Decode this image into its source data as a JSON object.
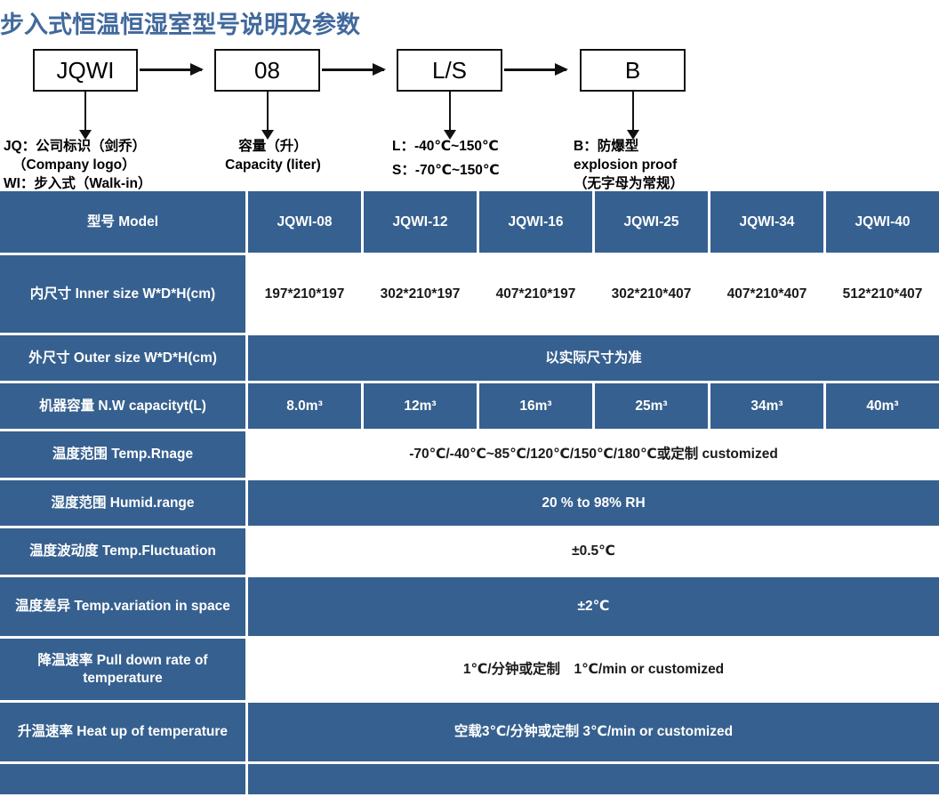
{
  "page_title": "步入式恒温恒湿室型号说明及参数",
  "accent_blue": "#36608f",
  "title_color": "#41699c",
  "diagram": {
    "boxes": [
      {
        "name": "prefix",
        "label": "JQWI"
      },
      {
        "name": "capacity",
        "label": "08"
      },
      {
        "name": "temp-range-code",
        "label": "L/S"
      },
      {
        "name": "explosion-proof-code",
        "label": "B"
      }
    ],
    "legends": [
      {
        "name": "legend-prefix",
        "lines": [
          "JQ：公司标识（剑乔）",
          "（Company logo）",
          "WI：步入式（Walk-in）"
        ]
      },
      {
        "name": "legend-capacity",
        "lines": [
          "容量（升）",
          "Capacity (liter)"
        ]
      },
      {
        "name": "legend-temp-range",
        "lines": [
          "L：-40℃~150℃",
          "",
          "S：-70℃~150℃"
        ]
      },
      {
        "name": "legend-explosion-proof",
        "lines": [
          "B：防爆型",
          "explosion proof",
          "（无字母为常规）"
        ]
      }
    ]
  },
  "table": {
    "columns": [
      "JQWI-08",
      "JQWI-12",
      "JQWI-16",
      "JQWI-25",
      "JQWI-34",
      "JQWI-40"
    ],
    "header_label": "型号 Model",
    "rows": [
      {
        "name": "row-inner-size",
        "label": "内尺寸 Inner size W*D*H(cm)",
        "style": "white",
        "span": false,
        "values": [
          "197*210*197",
          "302*210*197",
          "407*210*197",
          "302*210*407",
          "407*210*407",
          "512*210*407"
        ]
      },
      {
        "name": "row-outer-size",
        "label": "外尺寸 Outer size W*D*H(cm)",
        "style": "blue",
        "span": true,
        "value": "以实际尺寸为准"
      },
      {
        "name": "row-nw-capacity",
        "label": "机器容量 N.W capacityt(L)",
        "style": "blue",
        "span": false,
        "values": [
          "8.0m³",
          "12m³",
          "16m³",
          "25m³",
          "34m³",
          "40m³"
        ]
      },
      {
        "name": "row-temp-range",
        "label": "温度范围 Temp.Rnage",
        "style": "white",
        "span": true,
        "value": "-70℃/-40℃~85℃/120℃/150℃/180℃或定制 customized"
      },
      {
        "name": "row-humid-range",
        "label": "湿度范围 Humid.range",
        "style": "blue",
        "span": true,
        "value": "20 % to 98% RH"
      },
      {
        "name": "row-temp-fluctuation",
        "label": "温度波动度 Temp.Fluctuation",
        "style": "white",
        "span": true,
        "value": "±0.5℃"
      },
      {
        "name": "row-temp-variation",
        "label": "温度差异 Temp.variation in space",
        "style": "blue",
        "span": true,
        "value": "±2℃"
      },
      {
        "name": "row-pull-down-rate",
        "label": "降温速率 Pull down rate of temperature",
        "style": "white",
        "span": true,
        "value": "1℃/分钟或定制　1℃/min or customized"
      },
      {
        "name": "row-heat-up-rate",
        "label": "升温速率 Heat up of temperature",
        "style": "blue",
        "span": true,
        "value": "空载3℃/分钟或定制 3℃/min or customized"
      },
      {
        "name": "row-cut-off",
        "label": "",
        "style": "blue",
        "span": true,
        "value": ""
      }
    ]
  }
}
